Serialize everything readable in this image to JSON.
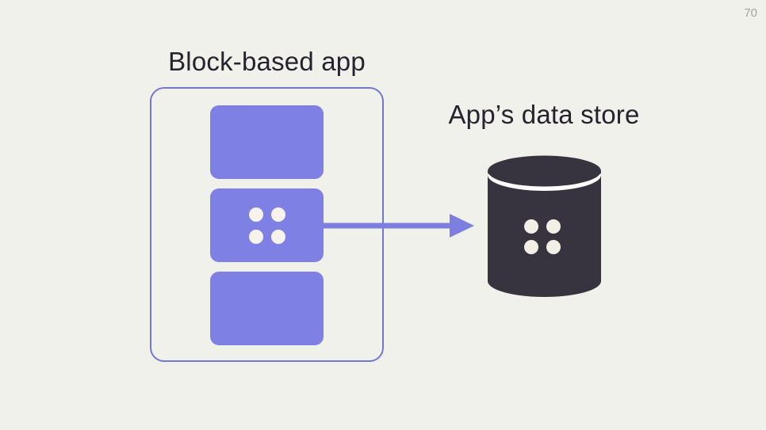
{
  "slide": {
    "page_number": "70",
    "background_color": "#f1f1ec"
  },
  "block_app": {
    "title": "Block-based app",
    "block_count": 3,
    "middle_block_dot_count": 4,
    "block_color": "#7e81e3",
    "outline_color": "#7477d2",
    "dot_color": "#f5f3ec"
  },
  "arrow": {
    "direction": "left-to-right",
    "color": "#7c7fe0"
  },
  "data_store": {
    "title": "App’s data store",
    "cylinder_color": "#38343f",
    "lid_highlight_color": "#fdfdfb",
    "dot_count": 4,
    "dot_color": "#f2f0e6"
  },
  "text_color": "#26232e"
}
